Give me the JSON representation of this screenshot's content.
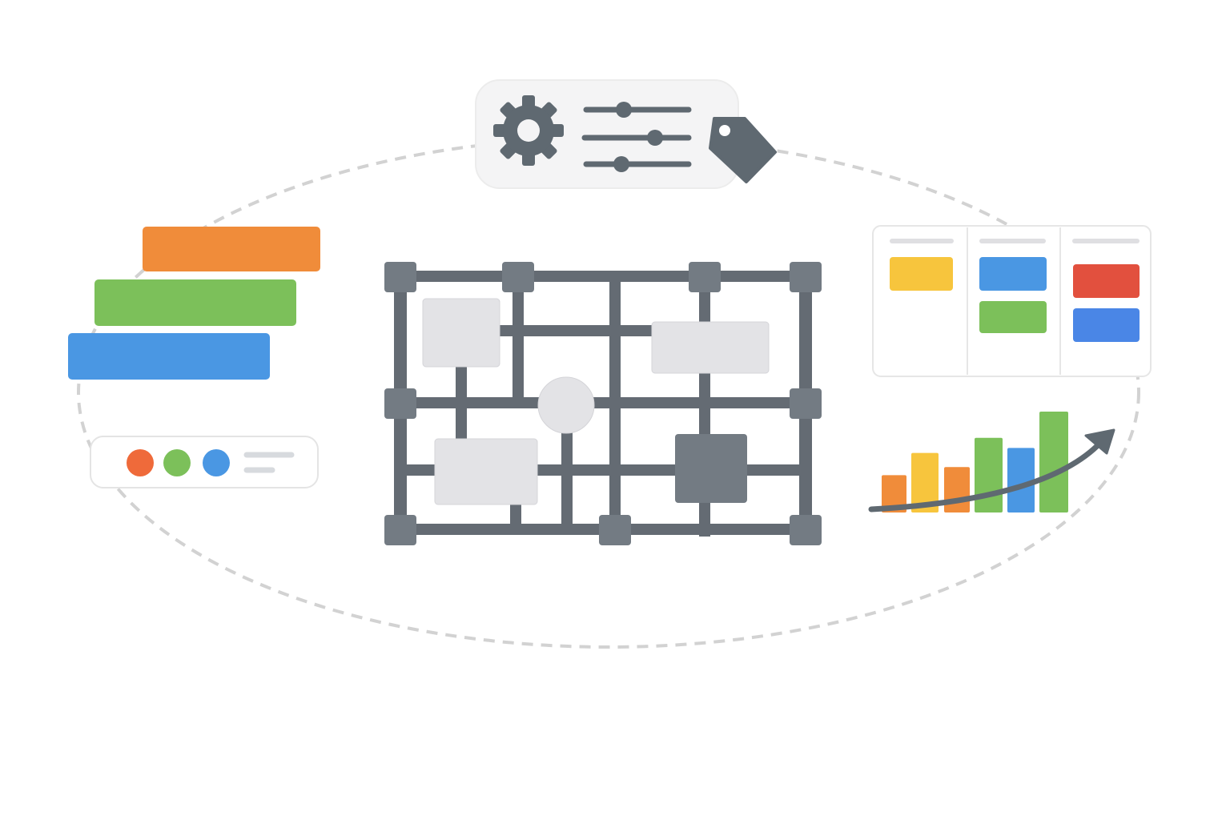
{
  "colors": {
    "orange": "#f08c3a",
    "green": "#7cc05a",
    "blue": "#4a97e3",
    "yellow": "#f7c53d",
    "red": "#e2503e",
    "blue_alt": "#4a86e6",
    "legend_orange": "#ef6a3a",
    "grid_dark": "#646b73",
    "grid_node": "#737b83",
    "light_box": "#e3e3e6",
    "dashed_path": "#cfcfcf"
  },
  "icons": [
    "gear-icon",
    "sliders-icon",
    "tag-icon",
    "trend-arrow-icon"
  ],
  "trend_chart": {
    "type": "bar",
    "relative_values": [
      0.37,
      0.59,
      0.45,
      0.74,
      0.64,
      1.0
    ],
    "bar_colors": [
      "#f08c3a",
      "#f7c53d",
      "#f08c3a",
      "#7cc05a",
      "#4a97e3",
      "#7cc05a"
    ]
  }
}
